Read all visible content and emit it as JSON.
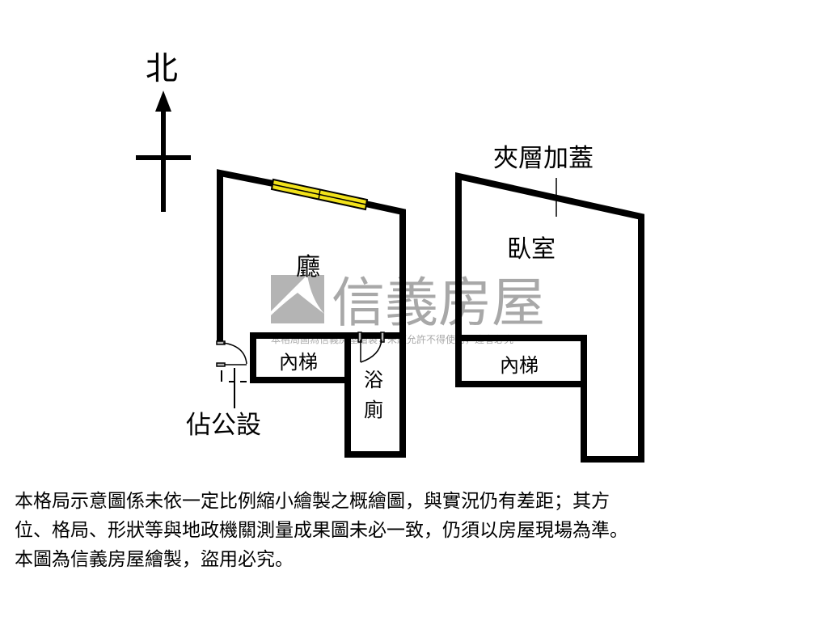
{
  "compass": {
    "north_label": "北"
  },
  "rooms": {
    "living": "廳",
    "stair_left": "內梯",
    "bath_line1": "浴",
    "bath_line2": "廁",
    "bedroom": "臥室",
    "stair_right": "內梯",
    "mezzanine": "夾層加蓋",
    "shared": "佔公設"
  },
  "watermark": {
    "brand": "信義房屋",
    "notice": "本格局圖為信義房屋繪製，未經允許不得使用，違者必究"
  },
  "colors": {
    "window": "#f2e21a",
    "walls": "#000000",
    "watermark": "#9a9a9a"
  },
  "disclaimer": [
    "本格局示意圖係未依一定比例縮小繪製之概繪圖，與實況仍有差距；其方",
    "位、格局、形狀等與地政機關測量成果圖未必一致，仍須以房屋現場為準。",
    "本圖為信義房屋繪製，盜用必究。"
  ]
}
